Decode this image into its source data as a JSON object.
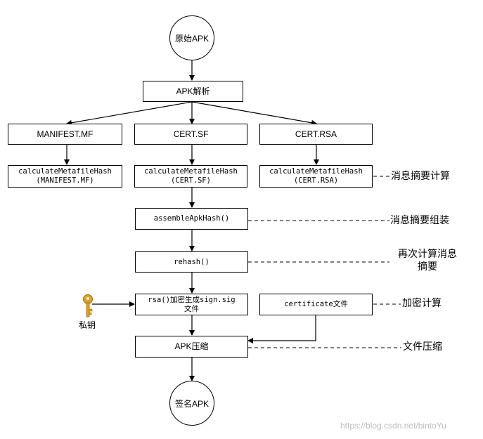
{
  "start": "原始APK",
  "parse": "APK解析",
  "files": [
    "MANIFEST.MF",
    "CERT.SF",
    "CERT.RSA"
  ],
  "hashes": [
    [
      "calculateMetafileHash",
      "(MANIFEST.MF)"
    ],
    [
      "calculateMetafileHash",
      "(CERT.SF)"
    ],
    [
      "calculateMetafileHash",
      "(CERT.RSA)"
    ]
  ],
  "assemble": "assembleApkHash()",
  "rehash": "rehash()",
  "rsa": [
    "rsa()加密生成sign.sig",
    "文件"
  ],
  "certificate": "certificate文件",
  "compress": "APK压缩",
  "end": "签名APK",
  "private_key_label": "私钥",
  "notes": {
    "digest_calc": "消息摘要计算",
    "digest_assemble": "消息摘要组装",
    "recompute": [
      "再次计算消息",
      "摘要"
    ],
    "encrypt_calc": "加密计算",
    "file_compress": "文件压缩"
  },
  "icons": {
    "private_key": "key-icon"
  },
  "colors": {
    "key": "#e0a020",
    "watermark": "#bdbdbd"
  },
  "watermark": "https://blog.csdn.net/bintoYu"
}
